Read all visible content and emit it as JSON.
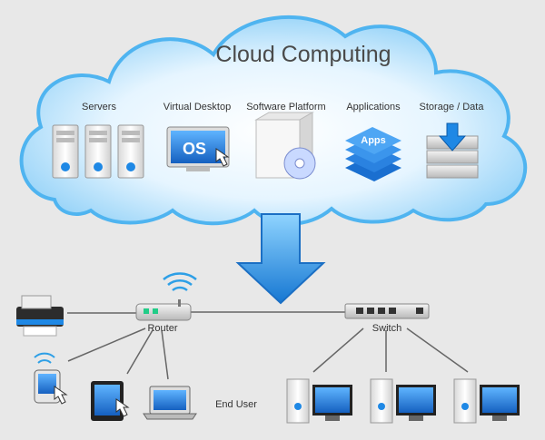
{
  "title": "Cloud Computing",
  "cloud_items": [
    {
      "label": "Servers",
      "icon": "server-rack-icon"
    },
    {
      "label": "Virtual Desktop",
      "icon": "virtual-desktop-monitor-icon",
      "screen_text": "OS"
    },
    {
      "label": "Software Platform",
      "icon": "software-box-disc-icon"
    },
    {
      "label": "Applications",
      "icon": "apps-stack-icon",
      "badge_text": "Apps"
    },
    {
      "label": "Storage / Data",
      "icon": "storage-database-icon"
    }
  ],
  "network": {
    "router_label": "Router",
    "switch_label": "Switch",
    "end_user_label": "End User",
    "left_devices": [
      "printer-icon",
      "smartphone-icon",
      "tablet-icon",
      "laptop-icon"
    ],
    "right_devices": [
      "desktop-computer-icon",
      "desktop-computer-icon",
      "desktop-computer-icon"
    ]
  },
  "colors": {
    "cloud_fill": "#bfe4fb",
    "cloud_edge": "#2d9fe6",
    "arrow": "#1f8fe0",
    "power_button": "#1e88e5",
    "line": "#666666"
  }
}
